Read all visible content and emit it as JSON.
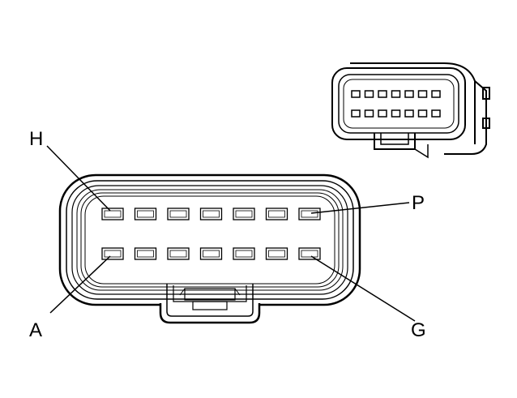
{
  "diagram": {
    "pin_labels": {
      "top_left": "H",
      "top_right": "P",
      "bottom_left": "A",
      "bottom_right": "G"
    },
    "pin_rows": [
      {
        "row": "top",
        "count": 7
      },
      {
        "row": "bottom",
        "count": 7
      }
    ],
    "colors": {
      "line": "#000000",
      "background": "#ffffff"
    }
  }
}
